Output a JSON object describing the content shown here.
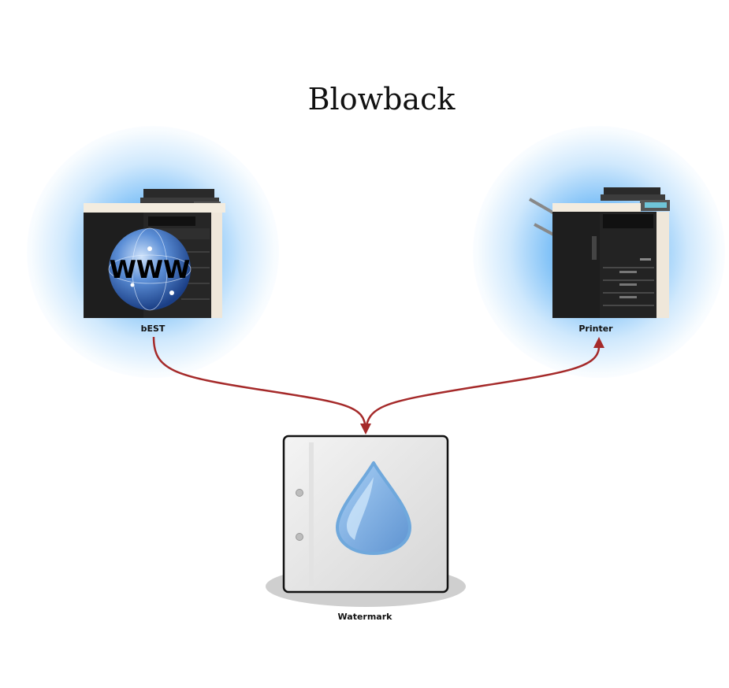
{
  "diagram": {
    "title": "Blowback",
    "nodes": {
      "left": {
        "label": "bEST",
        "icon": "printer-with-www-globe-icon",
        "overlay_text": "WWW"
      },
      "right": {
        "label": "Printer",
        "icon": "printer-icon"
      },
      "bottom": {
        "label": "Watermark",
        "icon": "watermark-drop-icon"
      }
    },
    "edges": [
      {
        "from": "bEST",
        "to": "Watermark",
        "arrow": "end"
      },
      {
        "from": "Watermark",
        "to": "Printer",
        "arrow": "end"
      }
    ],
    "colors": {
      "edge": "#a52a2a",
      "glow": "#3aa0f0",
      "drop": "#6fa8dc"
    }
  }
}
